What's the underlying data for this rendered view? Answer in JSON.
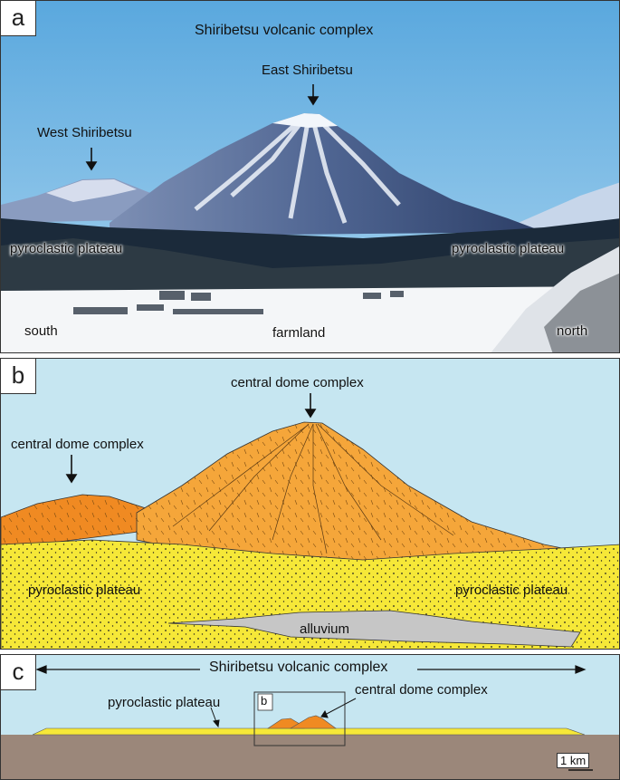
{
  "panel_a": {
    "letter": "a",
    "title": "Shiribetsu volcanic complex",
    "east_peak": "East Shiribetsu",
    "west_peak": "West Shiribetsu",
    "plateau_left": "pyroclastic plateau",
    "plateau_right": "pyroclastic plateau",
    "south": "south",
    "north": "north",
    "farmland": "farmland"
  },
  "panel_b": {
    "letter": "b",
    "dome_main": "central dome complex",
    "dome_left": "central dome complex",
    "plateau_left": "pyroclastic plateau",
    "plateau_right": "pyroclastic plateau",
    "alluvium": "alluvium",
    "colors": {
      "sky": "#c6e6f1",
      "dome": "#f5a63a",
      "dome_dark": "#f08a22",
      "plateau": "#f6e838",
      "alluvium": "#c6c6c6"
    }
  },
  "panel_c": {
    "letter": "c",
    "title": "Shiribetsu volcanic complex",
    "plateau": "pyroclastic plateau",
    "dome": "central dome complex",
    "inset_label": "b",
    "scale": "1 km",
    "colors": {
      "ground": "#9b877a",
      "plateau": "#f6e838",
      "dome": "#f08a22"
    }
  }
}
